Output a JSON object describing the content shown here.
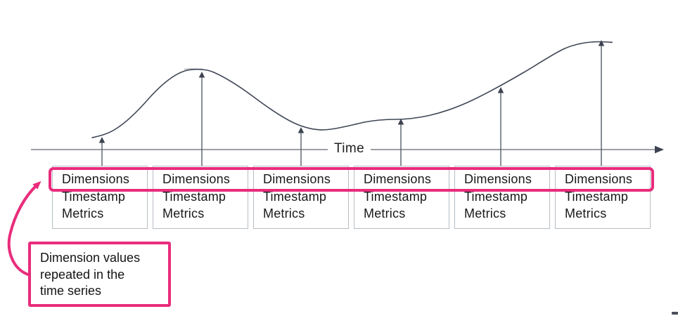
{
  "canvas": {
    "background": "#ffffff",
    "accent_pink": "#e92c7c",
    "stroke_dark": "#3f4655",
    "axis_gray": "#7d8187",
    "card_border_gray": "#b7bec4"
  },
  "axis": {
    "label": "Time"
  },
  "cards": [
    {
      "lines": [
        "Dimensions",
        "Timestamp",
        "Metrics"
      ]
    },
    {
      "lines": [
        "Dimensions",
        "Timestamp",
        "Metrics"
      ]
    },
    {
      "lines": [
        "Dimensions",
        "Timestamp",
        "Metrics"
      ]
    },
    {
      "lines": [
        "Dimensions",
        "Timestamp",
        "Metrics"
      ]
    },
    {
      "lines": [
        "Dimensions",
        "Timestamp",
        "Metrics"
      ]
    },
    {
      "lines": [
        "Dimensions",
        "Timestamp",
        "Metrics"
      ]
    }
  ],
  "annotation": {
    "text_lines": [
      "Dimension values",
      "repeated in the",
      "time series"
    ]
  }
}
